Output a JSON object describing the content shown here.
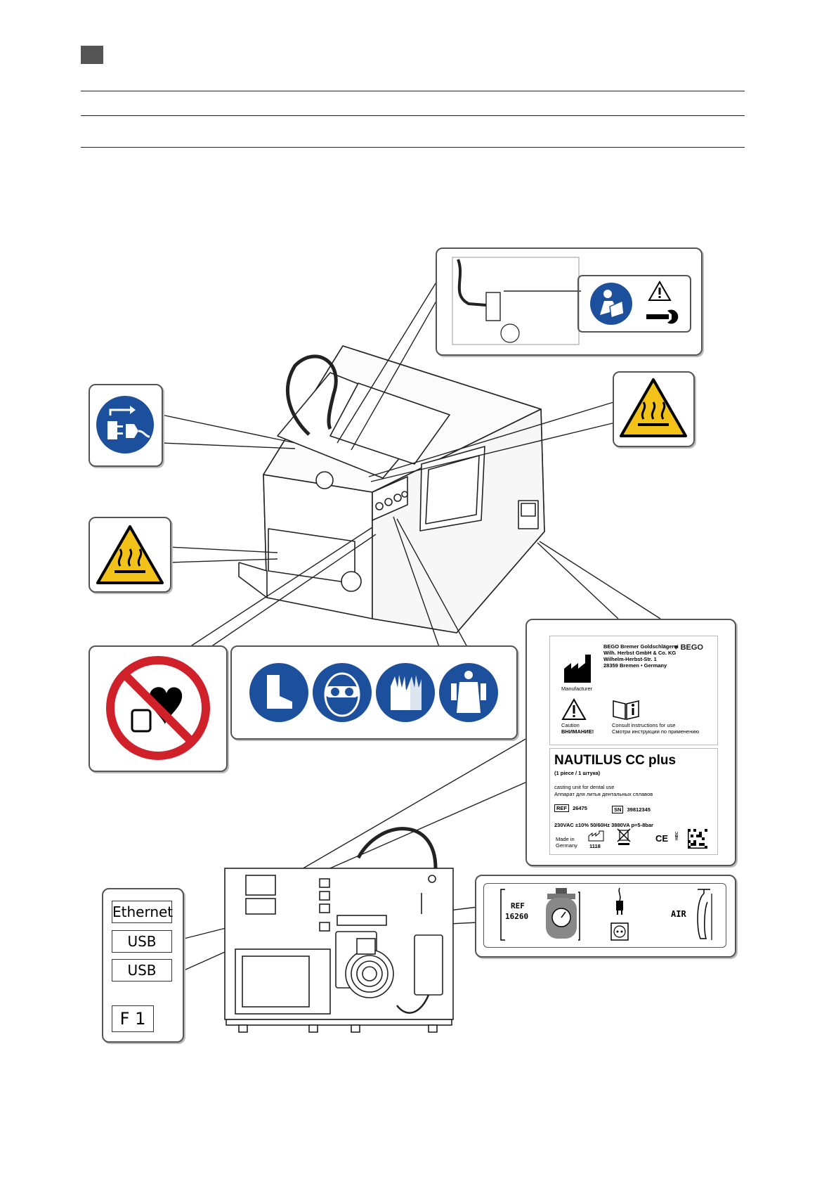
{
  "plate": {
    "manufacturer_lines": [
      "BEGO Bremer Goldschlägerei",
      "Wilh. Herbst GmbH & Co. KG",
      "Wilhelm-Herbst-Str. 1",
      "28359 Bremen • Germany"
    ],
    "brand": "BEGO",
    "manufacturer_caption": "Manufacturer",
    "caution": "Caution",
    "caution_ru": "ВНИМАНИЕ!",
    "consult": "Consult instructions for use",
    "consult_ru": "Смотри инструкции по применению",
    "product": "NAUTILUS CC plus",
    "quantity": "(1 piece / 1 штука)",
    "desc_en": "casting unit for dental use",
    "desc_ru": "Аппарат для литья дентальных сплавов",
    "ref_label": "REF",
    "ref_value": "26475",
    "sn_label": "SN",
    "sn_value": "39812345",
    "electrical": "230VAC ±10%  50/60Hz 3880VA  p=5-8bar",
    "made_in": "Made in",
    "country": "Germany",
    "year": "1118",
    "ce": "CE",
    "hibc": "HIBC"
  },
  "ports": {
    "ethernet": "Ethernet",
    "usb1": "USB",
    "usb2": "USB",
    "fuse": "F 1"
  },
  "rear_label": {
    "ref_label": "REF",
    "ref_value": "16260",
    "air": "AIR"
  },
  "colors": {
    "mandatory_blue": "#1c4f9c",
    "warning_yellow": "#f2c218",
    "prohibition_red": "#d0202a",
    "header_grey": "#555555"
  }
}
